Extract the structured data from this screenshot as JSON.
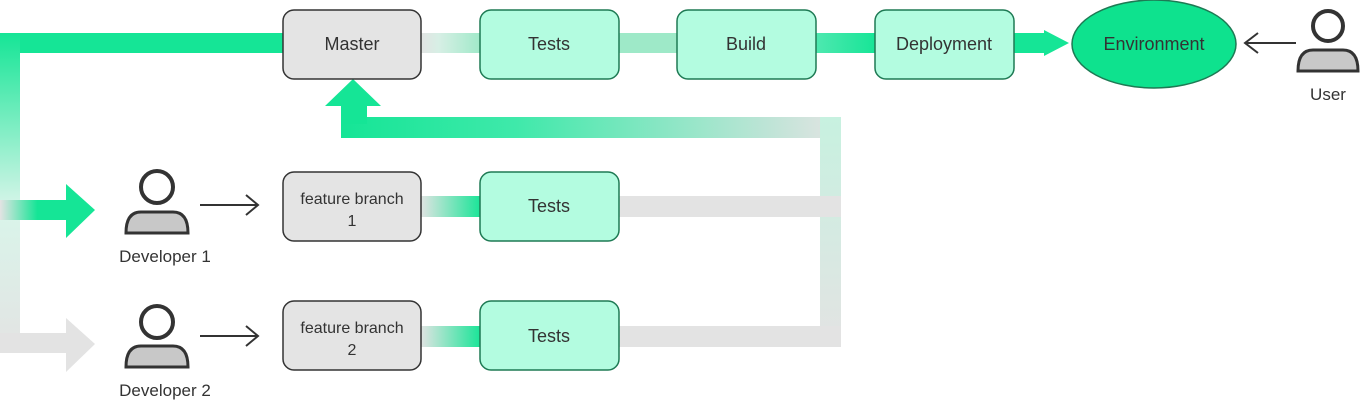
{
  "nodes": {
    "master": "Master",
    "tests_main": "Tests",
    "build": "Build",
    "deployment": "Deployment",
    "environment": "Environment",
    "feature1_line1": "feature branch",
    "feature1_line2": "1",
    "tests_f1": "Tests",
    "feature2_line1": "feature branch",
    "feature2_line2": "2",
    "tests_f2": "Tests"
  },
  "people": {
    "developer1": "Developer 1",
    "developer2": "Developer 2",
    "user": "User"
  },
  "icons": {
    "person": "person-icon",
    "arrow": "arrow-icon"
  },
  "colors": {
    "green": "#15e596",
    "green_box": "#b3fce0",
    "green_border": "#1e7a54",
    "gray_flow": "#e3e3e3",
    "gray_box": "#e4e4e4",
    "env_fill": "#0ee28e",
    "text": "#333333"
  }
}
